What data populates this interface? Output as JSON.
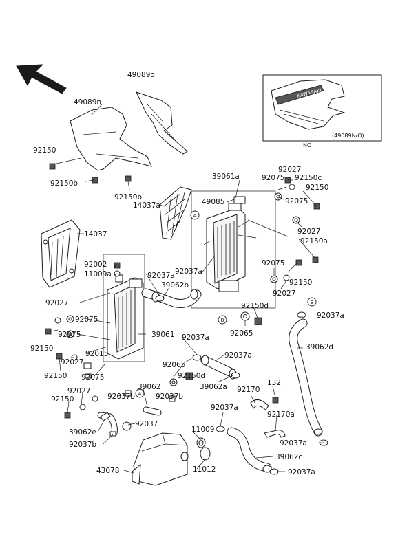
{
  "inset": {
    "caption": "(49089N/O)",
    "note": "NO",
    "logo_text": "KAWASAKI"
  },
  "markers": {
    "a": "A",
    "b": "B"
  },
  "labels": {
    "49089o": "49089o",
    "49089n": "49089n",
    "92150_shroud": "92150",
    "92150b_1": "92150b",
    "92150b_2": "92150b",
    "14037a": "14037a",
    "14037": "14037",
    "39061a": "39061a",
    "49085": "49085",
    "92150c": "92150c",
    "92027_r1": "92027",
    "92075_r1": "92075",
    "92150_r1": "92150",
    "92075_r2": "92075",
    "92027_r2": "92027",
    "92150a": "92150a",
    "92002": "92002",
    "11009a": "11009a",
    "92037a_1": "92037a",
    "92037a_2": "92037a",
    "39062b": "39062b",
    "92075_r3": "92075",
    "92150_r3": "92150",
    "92027_r3": "92027",
    "92150d_1": "92150d",
    "92065_1": "92065",
    "92037a_3": "92037a",
    "92027_l1": "92027",
    "92075_l1": "92075",
    "92075_l2": "92075",
    "39061": "39061",
    "92150_l1": "92150",
    "92027_l2": "92027",
    "92015": "92015",
    "92150_l2": "92150",
    "92075_l3": "92075",
    "92037a_4": "92037a",
    "92065_2": "92065",
    "92037a_5": "92037a",
    "39062d": "39062d",
    "92150d_2": "92150d",
    "39062a": "39062a",
    "39062": "39062",
    "92027_l3": "92027",
    "92037b_1": "92037b",
    "92037b_2": "92037b",
    "92170": "92170",
    "132": "132",
    "92150_l3": "92150",
    "92037a_6": "92037a",
    "92170a": "92170a",
    "92037": "92037",
    "39062e": "39062e",
    "92037b_3": "92037b",
    "11009": "11009",
    "92037a_7": "92037a",
    "39062c": "39062c",
    "43078": "43078",
    "11012": "11012",
    "92037a_8": "92037a"
  }
}
